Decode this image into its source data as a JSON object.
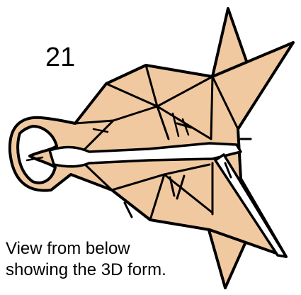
{
  "step": {
    "number": "21"
  },
  "caption": {
    "line1": "View from below",
    "line2": "showing the 3D form."
  },
  "colors": {
    "paper": "#F1C9A0",
    "outline": "#000000",
    "background": "#FFFFFF"
  }
}
